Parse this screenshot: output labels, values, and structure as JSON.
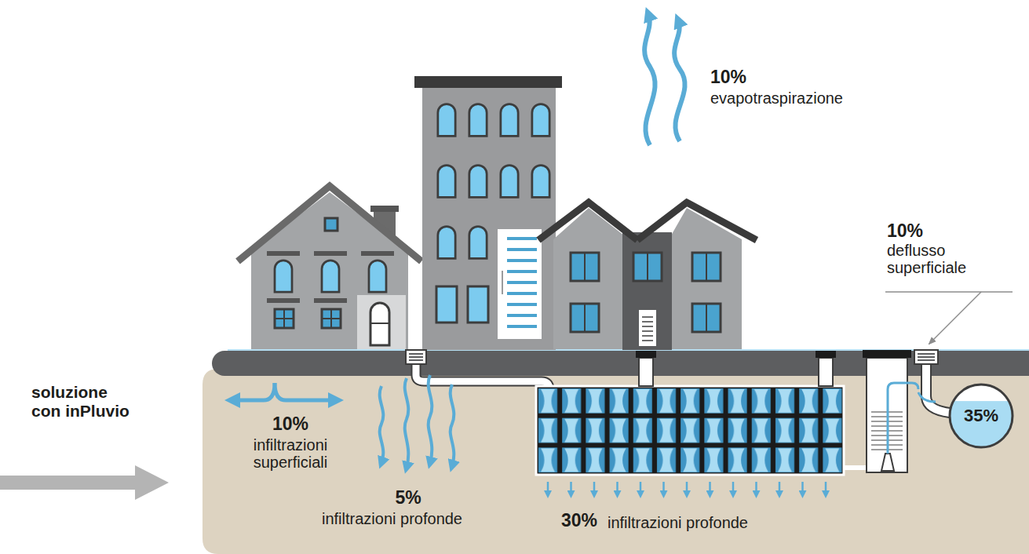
{
  "diagram": {
    "nodes": [
      {
        "text": [
          "35%"
        ]
      }
    ],
    "labels": [
      "10%",
      "evapotraspirazione",
      "10%",
      "deflusso superficiale",
      "soluzione con inPluvio",
      "10%",
      "infiltrazioni superficiali",
      "5%",
      "infiltrazioni profonde",
      "30%",
      "infiltrazioni profonde"
    ]
  }
}
